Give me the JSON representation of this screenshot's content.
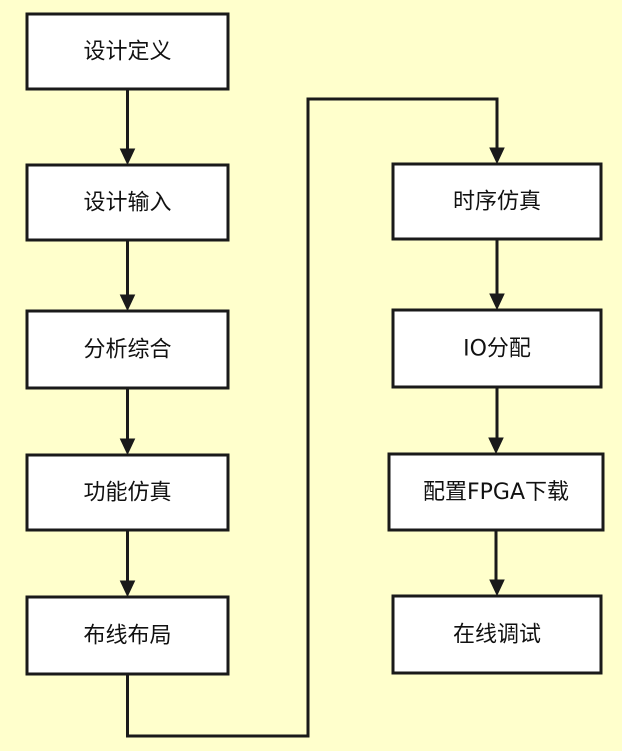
{
  "diagram": {
    "colors": {
      "background": "#FFFFCC",
      "box_fill": "#FFFFFF",
      "box_stroke": "#1A1A1A",
      "edge": "#1A1A1A"
    },
    "nodes": [
      {
        "id": "n1",
        "label": "设计定义"
      },
      {
        "id": "n2",
        "label": "设计输入"
      },
      {
        "id": "n3",
        "label": "分析综合"
      },
      {
        "id": "n4",
        "label": "功能仿真"
      },
      {
        "id": "n5",
        "label": "布线布局"
      },
      {
        "id": "n6",
        "label": "时序仿真"
      },
      {
        "id": "n7",
        "label": "IO分配"
      },
      {
        "id": "n8",
        "label": "配置FPGA下载"
      },
      {
        "id": "n9",
        "label": "在线调试"
      }
    ],
    "edges": [
      {
        "from": "n1",
        "to": "n2"
      },
      {
        "from": "n2",
        "to": "n3"
      },
      {
        "from": "n3",
        "to": "n4"
      },
      {
        "from": "n4",
        "to": "n5"
      },
      {
        "from": "n5",
        "to": "n6"
      },
      {
        "from": "n6",
        "to": "n7"
      },
      {
        "from": "n7",
        "to": "n8"
      },
      {
        "from": "n8",
        "to": "n9"
      }
    ]
  }
}
